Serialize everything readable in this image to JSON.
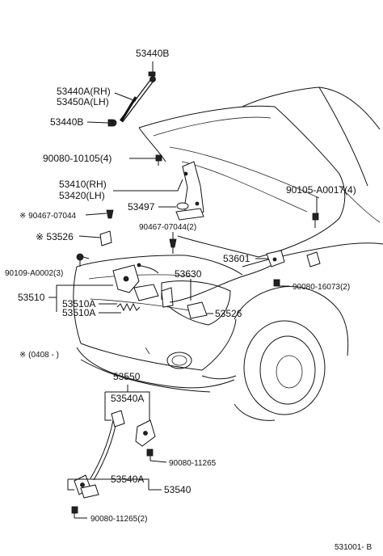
{
  "labels": {
    "l_53440B_top": "53440B",
    "l_53440A_RH": "53440A(RH)",
    "l_53450A_LH": "53450A(LH)",
    "l_53440B_bot": "53440B",
    "l_90080_10105": "90080-10105(4)",
    "l_53410_RH": "53410(RH)",
    "l_53420_LH": "53420(LH)",
    "l_53497": "53497",
    "l_90105_A0017": "90105-A0017(4)",
    "l_90467_07044_a": "※ 90467-07044",
    "l_90467_07044_b": "90467-07044(2)",
    "l_53526_a": "※ 53526",
    "l_90109_A0002": "90109-A0002(3)",
    "l_53601": "53601",
    "l_53630": "53630",
    "l_53510": "53510",
    "l_53510A_a": "53510A",
    "l_53510A_b": "53510A",
    "l_53526_b": "53526",
    "l_90080_16073": "90080-16073(2)",
    "l_note": "※ (0408 -        )",
    "l_53550": "53550",
    "l_53540A_a": "53540A",
    "l_90080_11265": "90080-11265",
    "l_53540A_b": "53540A",
    "l_53540": "53540",
    "l_90080_11265_2": "90080-11265(2)",
    "l_figure_id": "531001- B"
  }
}
